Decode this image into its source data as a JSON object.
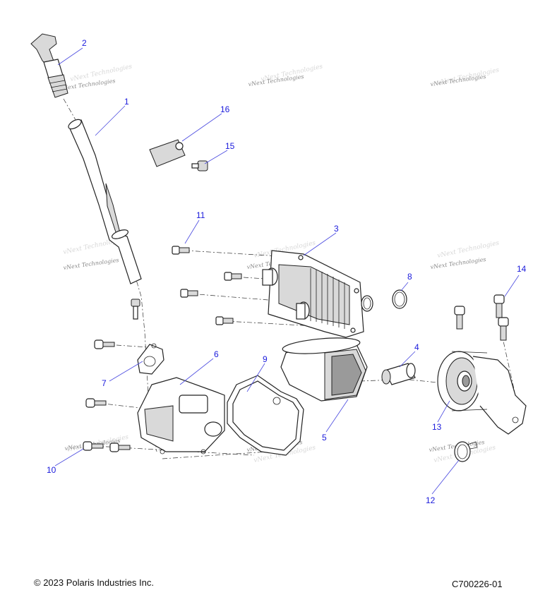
{
  "callouts": {
    "c1": "1",
    "c2": "2",
    "c3": "3",
    "c4": "4",
    "c5": "5",
    "c6": "6",
    "c7": "7",
    "c8": "8",
    "c9": "9",
    "c10": "10",
    "c11": "11",
    "c12": "12",
    "c13": "13",
    "c14": "14",
    "c15": "15",
    "c16": "16"
  },
  "watermark": "vNext Technologies",
  "footer": {
    "copyright": "© 2023 Polaris Industries Inc.",
    "code": "C700226-01"
  }
}
